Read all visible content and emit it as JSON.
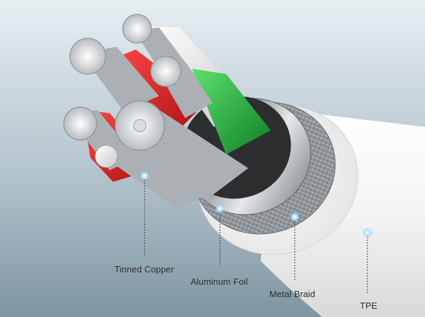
{
  "diagram": {
    "subject": "cable-cross-section",
    "labels": {
      "tinned_copper": "Tinned Copper",
      "aluminum_foil": "Aluminum Foil",
      "metal_braid": "Metal Braid",
      "tpe": "TPE"
    },
    "colors": {
      "background_top": "#e6eef2",
      "background_bottom": "#7f95a2",
      "jacket": "#f3f3f3",
      "braid": "#9ea3a7",
      "foil": "#c9ccce",
      "wire_red": "#d71d1d",
      "wire_green": "#22b13c",
      "wire_white": "#ececec",
      "marker": "#8ccaf2",
      "leader_line": "#333333"
    }
  }
}
